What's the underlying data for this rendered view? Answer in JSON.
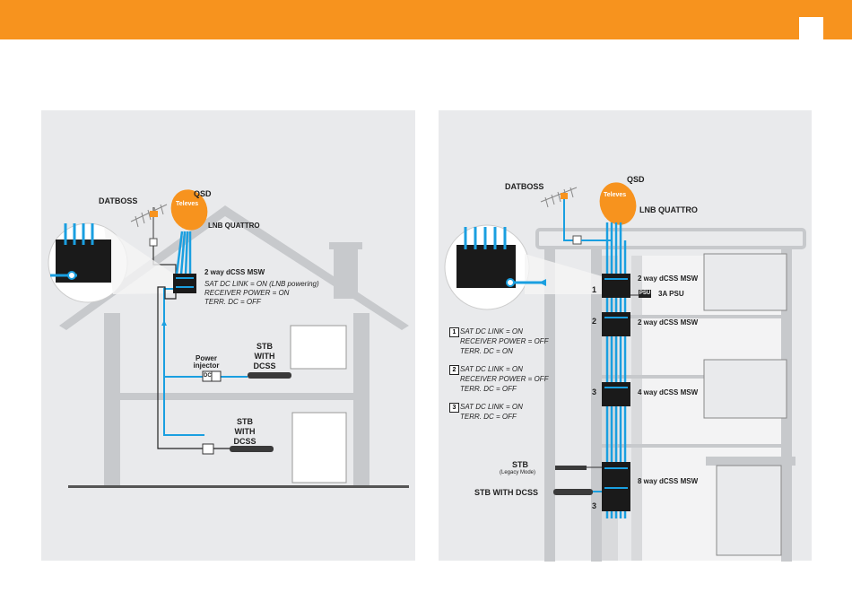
{
  "colors": {
    "accent": "#f7931e",
    "cable": "#1a9fe0",
    "panel": "#e9eaec",
    "wall": "#c7c9cc"
  },
  "left": {
    "datboss": "DATBOSS",
    "qsd": "QSD",
    "lnb": "LNB QUATTRO",
    "msw": "2 way dCSS MSW",
    "settings": [
      "SAT DC LINK = ON (LNB powering)",
      "RECEIVER POWER = ON",
      "TERR. DC = OFF"
    ],
    "power_injector": [
      "Power",
      "injector"
    ],
    "dc_label": "DC",
    "stb1": [
      "STB",
      "WITH",
      "DCSS"
    ],
    "stb2": [
      "STB",
      "WITH",
      "DCSS"
    ]
  },
  "right": {
    "datboss": "DATBOSS",
    "qsd": "QSD",
    "lnb": "LNB QUATTRO",
    "psu_badge": "PSU",
    "psu_label": "3A PSU",
    "msw1": "2 way dCSS MSW",
    "msw2": "2 way dCSS MSW",
    "msw3": "4 way dCSS MSW",
    "msw4": "8 way dCSS MSW",
    "step_numbers": [
      "1",
      "2",
      "3",
      "3"
    ],
    "legend": [
      {
        "n": "1",
        "lines": [
          "SAT DC LINK = ON",
          "RECEIVER POWER = OFF",
          "TERR. DC = ON"
        ]
      },
      {
        "n": "2",
        "lines": [
          "SAT DC LINK = ON",
          "RECEIVER POWER = OFF",
          "TERR. DC = OFF"
        ]
      },
      {
        "n": "3",
        "lines": [
          "SAT DC LINK = ON",
          "TERR. DC = OFF"
        ]
      }
    ],
    "stb_legacy": "STB",
    "stb_legacy_note": "(Legacy Mode)",
    "stb_dcss": "STB WITH DCSS"
  },
  "brand": "Televes"
}
